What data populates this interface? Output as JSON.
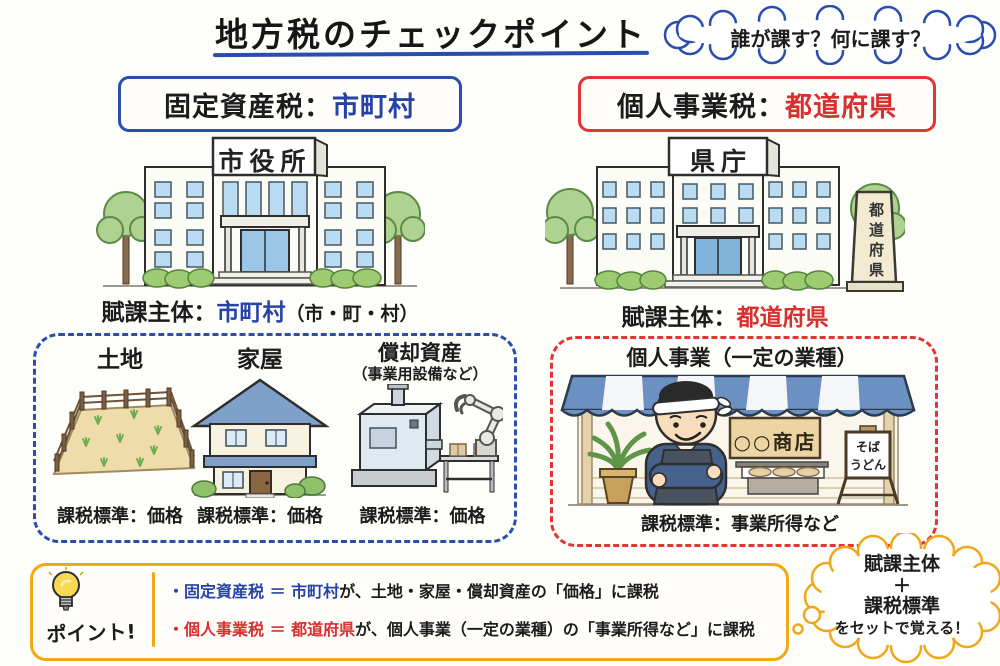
{
  "title": "地方税のチェックポイント",
  "question_bubble": "誰が課す？何に課す？",
  "fixed_asset": {
    "heading_label": "固定資産税：",
    "heading_value": "市町村",
    "building_sign": "市役所",
    "subject_label": "賦課主体：",
    "subject_value": "市町村",
    "subject_note": "（市・町・村）",
    "items": [
      {
        "name": "土地",
        "note": "",
        "standard": "課税標準：価格"
      },
      {
        "name": "家屋",
        "note": "",
        "standard": "課税標準：価格"
      },
      {
        "name": "償却資産",
        "note": "（事業用設備など）",
        "standard": "課税標準：価格"
      }
    ]
  },
  "personal_business": {
    "heading_label": "個人事業税：",
    "heading_value": "都道府県",
    "building_sign": "県庁",
    "monument": "都道府県",
    "subject_label": "賦課主体：",
    "subject_value": "都道府県",
    "box_title": "個人事業（一定の業種）",
    "shop_sign": "○○商店",
    "menu_line1": "そば",
    "menu_line2": "うどん",
    "standard": "課税標準：事業所得など"
  },
  "point_box": {
    "label": "ポイント!",
    "line1_highlight": "・固定資産税 ＝ 市町村",
    "line1_rest": "が、土地・家屋・償却資産の「価格」に課税",
    "line2_highlight": "・個人事業税 ＝ 都道府県",
    "line2_rest": "が、個人事業（一定の業種）の「事業所得など」に課税"
  },
  "thought_bubble": {
    "line1": "賦課主体",
    "line2": "＋",
    "line3": "課税標準",
    "line4": "をセットで覚える！"
  },
  "colors": {
    "accent_blue": "#2b4eae",
    "accent_red": "#e23434",
    "accent_yellow": "#f2a915",
    "ink": "#1c1c1c"
  }
}
